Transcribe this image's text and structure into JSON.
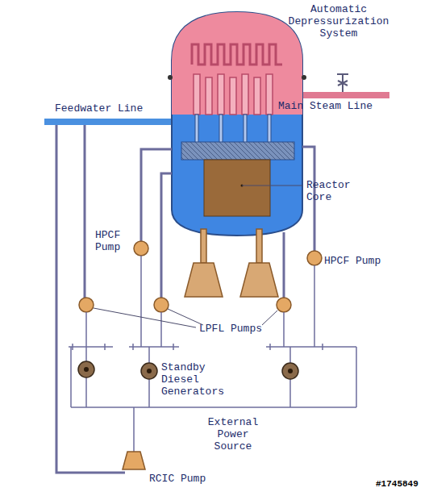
{
  "diagram": {
    "labels": [
      "Automatic Depressurization System",
      "Main Steam Line",
      "Feedwater Line",
      "Reactor Core",
      "HPCF Pump",
      "HPCF Pump",
      "LPFL Pumps",
      "Standby Diesel Generators",
      "External Power Source",
      "RCIC Pump",
      "#1745849"
    ]
  }
}
